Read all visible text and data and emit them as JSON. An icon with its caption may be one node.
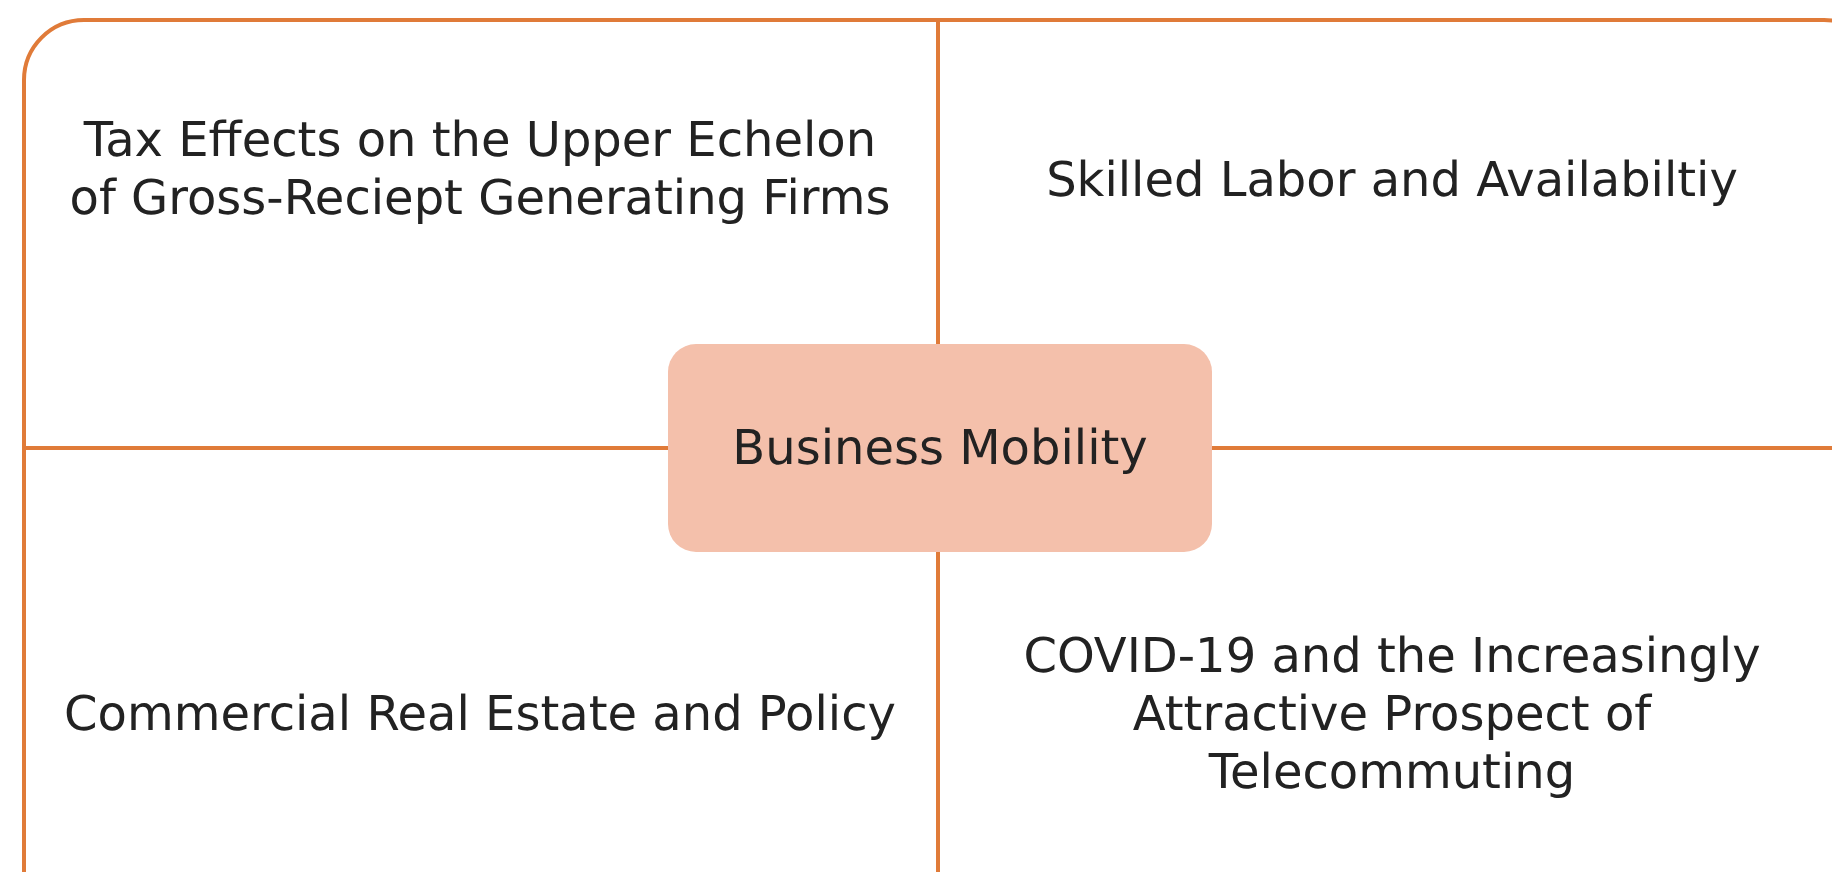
{
  "diagram": {
    "nodes": [
      {
        "text": [
          "Tax Effects on the Upper Echelon of Gross-Reciept Generating Firms"
        ]
      },
      {
        "text": [
          "Skilled Labor and Availabiltiy"
        ]
      },
      {
        "text": [
          "Business Mobility"
        ]
      },
      {
        "text": [
          "Commercial Real Estate and Policy"
        ]
      },
      {
        "text": [
          "COVID-19 and the Increasingly Attractive Prospect of Telecommuting"
        ]
      }
    ],
    "edges": []
  }
}
